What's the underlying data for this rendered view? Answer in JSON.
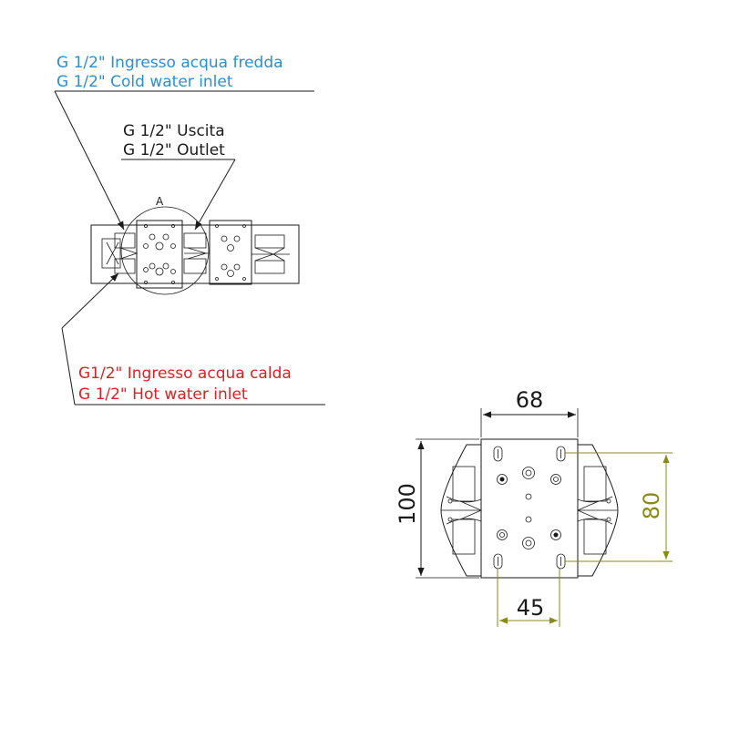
{
  "labels": {
    "cold_it": "G 1/2\" Ingresso acqua fredda",
    "cold_en": "G 1/2\" Cold water inlet",
    "out_it": "G 1/2\" Uscita",
    "out_en": "G 1/2\" Outlet",
    "detail": "A",
    "hot_it": "G1/2\" Ingresso acqua calda",
    "hot_en": "G 1/2\" Hot water inlet"
  },
  "dimensions": {
    "width": "68",
    "height": "100",
    "hole_vertical": "80",
    "hole_horizontal": "45"
  },
  "colors": {
    "cold": "#2a8fd0",
    "hot": "#e02020",
    "line": "#1a1a1a",
    "dim_green": "#8a8a1a"
  }
}
